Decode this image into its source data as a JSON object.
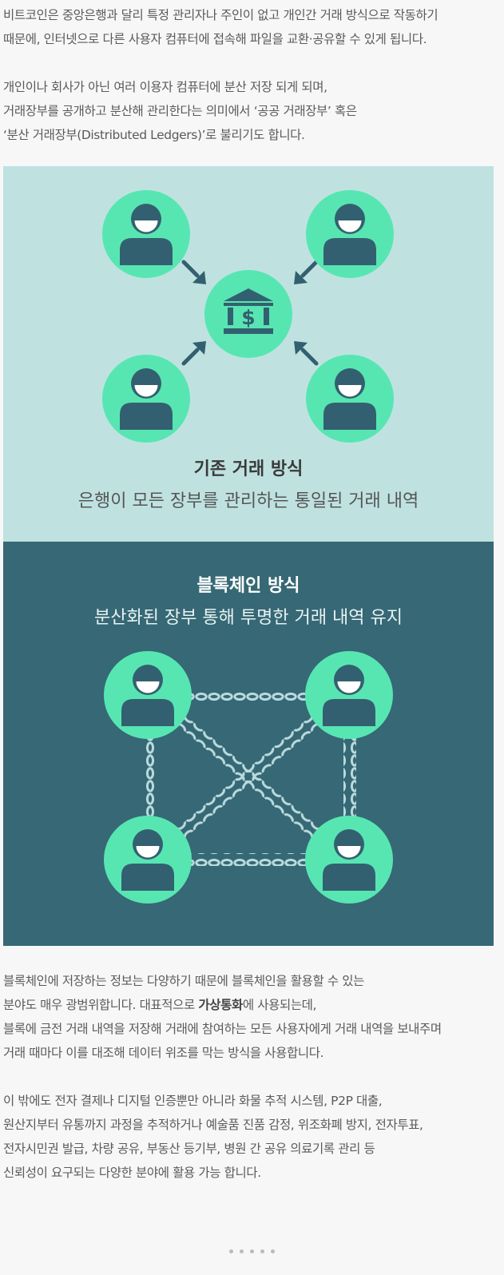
{
  "intro": [
    "비트코인은 중앙은행과 달리 특정 관리자나 주인이 없고 개인간 거래 방식으로 작동하기",
    "때문에, 인터넷으로 다른 사용자 컴퓨터에 접속해 파일을 교환·공유할 수 있게 됩니다.",
    "",
    "개인이나 회사가 아닌 여러 이용자 컴퓨터에 분산 저장 되게 되며,",
    "거래장부를 공개하고 분산해 관리한다는 의미에서 ‘공공 거래장부’ 혹은",
    "‘분산 거래장부(Distributed Ledgers)’로 불리기도 합니다."
  ],
  "figure": {
    "top_title": "기존 거래 방식",
    "top_subtitle": "은행이 모든 장부를 관리하는 통일된 거래 내역",
    "bottom_title": "블록체인 방식",
    "bottom_subtitle": "분산화된 장부 통해 투명한 거래 내역 유지",
    "colors": {
      "top_bg": "#bfe2e1",
      "bottom_bg": "#366875",
      "node": "#57e6b2",
      "person": "#336070",
      "chain": "#b9dadd"
    },
    "icons": [
      "person-icon",
      "bank-icon",
      "arrow-icon",
      "chain-link-icon"
    ]
  },
  "body": [
    {
      "text": "블록체인에 저장하는 정보는 다양하기 때문에 블록체인을 활용할 수 있는"
    },
    {
      "text": "분야도 매우 광범위합니다. 대표적으로 ",
      "bold": "가상통화",
      "after": "에 사용되는데,"
    },
    {
      "text": "블록에 금전 거래 내역을 저장해 거래에 참여하는 모든 사용자에게 거래 내역을 보내주며"
    },
    {
      "text": "거래 때마다 이를 대조해 데이터 위조를 막는 방식을 사용합니다."
    },
    {
      "text": ""
    },
    {
      "text": "이 밖에도 전자 결제나 디지털 인증뿐만 아니라 화물 추적 시스템, P2P 대출,"
    },
    {
      "text": "원산지부터 유통까지 과정을 추적하거나 예술품 진품 감정, 위조화폐 방지, 전자투표,"
    },
    {
      "text": "전자시민권 발급, 차량 공유, 부동산 등기부, 병원 간 공유 의료기록 관리 등"
    },
    {
      "text": "신뢰성이 요구되는 다양한 분야에 활용 가능 합니다."
    }
  ],
  "pagination": {
    "count": 5
  }
}
